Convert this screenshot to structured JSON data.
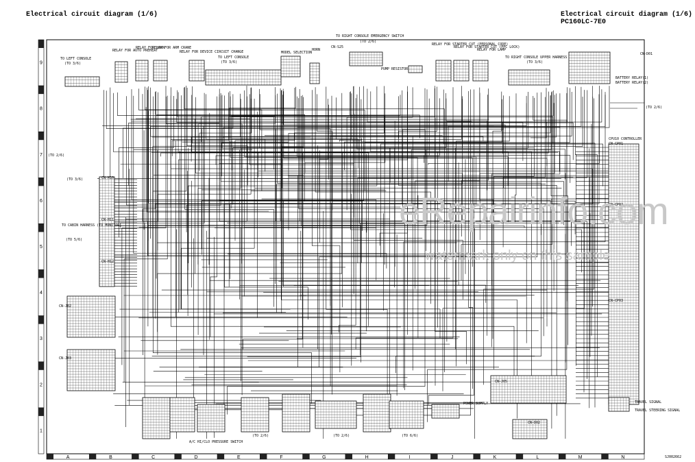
{
  "header": {
    "title_left": "Electrical circuit diagram (1/6)",
    "title_right": "Electrical circuit diagram (1/6)",
    "model": "PC160LC-7E0"
  },
  "watermark": {
    "main": "eRepairinfo.com",
    "sub": "watermark only on this sample"
  },
  "doc_id": "SJ002662",
  "grid": {
    "columns": [
      "A",
      "B",
      "C",
      "D",
      "E",
      "F",
      "G",
      "H",
      "I",
      "J",
      "K",
      "L",
      "M",
      "N"
    ],
    "rows": [
      "9",
      "8",
      "7",
      "6",
      "5",
      "4",
      "3",
      "2",
      "1"
    ]
  },
  "labels": {
    "to_left_console_a": "TO LEFT CONSOLE",
    "to_3_6_a": "(TO 3/6)",
    "relay_auto_preheat": "RELAY FOR AUTO PREHEAT",
    "relay_horn": "RELAY FOR HORN",
    "relay_arm_crane": "RELAY FOR ARM CRANE",
    "relay_device_circuit": "RELAY FOR DEVICE CIRCUIT CHANGE",
    "to_left_console_b": "TO LEFT CONSOLE",
    "to_3_6_b": "(TO 3/6)",
    "model_selection": "MODEL SELECTION",
    "horn": "HORN",
    "to_right_emergency": "TO RIGHT CONSOLE EMERGENCY SWITCH",
    "to_2_6_top": "(TO 2/6)",
    "pump_resistor": "PUMP RESISTOR",
    "relay_starter_personal": "RELAY FOR STARTER CUT (PERSONAL CODE)",
    "relay_starter_ppc": "RELAY FOR STARTER CUT (PPC LOCK)",
    "relay_lamp": "RELAY FOR LAMP",
    "to_right_upper": "TO RIGHT CONSOLE UPPER HARNESS",
    "to_3_6_c": "(TO 3/6)",
    "battery_relay_1": "BATTERY RELAY(1)",
    "battery_relay_2": "BATTERY RELAY(2)",
    "to_2_6_right": "(TO 2/6)",
    "to_2_6_left": "(TO 2/6)",
    "to_3_6_left": "(TO 3/6)",
    "to_cabin_harness": "TO CABIN HARNESS (TO MONITOR)",
    "to_5_6": "(TO 5/6)",
    "cpu_controller": "CPU10 CONTROLLER",
    "ac_hi_clo": "A/C HI/CLO PRESSURE SWITCH",
    "power_supply": "POWER SUPPLY",
    "to_2_6_bottom_a": "(TO 2/6)",
    "to_2_6_bottom_b": "(TO 2/6)",
    "to_6_6_bottom": "(TO 6/6)",
    "travel_signal": "TRAVEL SIGNAL",
    "travel_steering": "TRAVEL STEERING SIGNAL",
    "cn_cp01": "CN-CP01",
    "cn_cp02": "CN-CP02",
    "cn_cp03": "CN-CP03",
    "cn_h10": "CN-H10",
    "cn_h11": "CN-H11",
    "cn_h12": "CN-H12",
    "cn_j02": "CN-J02",
    "cn_j03": "CN-J03",
    "cn_s25": "CN-S25",
    "cn_d01": "CN-D01",
    "cn_j05": "CN-J05",
    "cn_d02": "CN-D02"
  }
}
